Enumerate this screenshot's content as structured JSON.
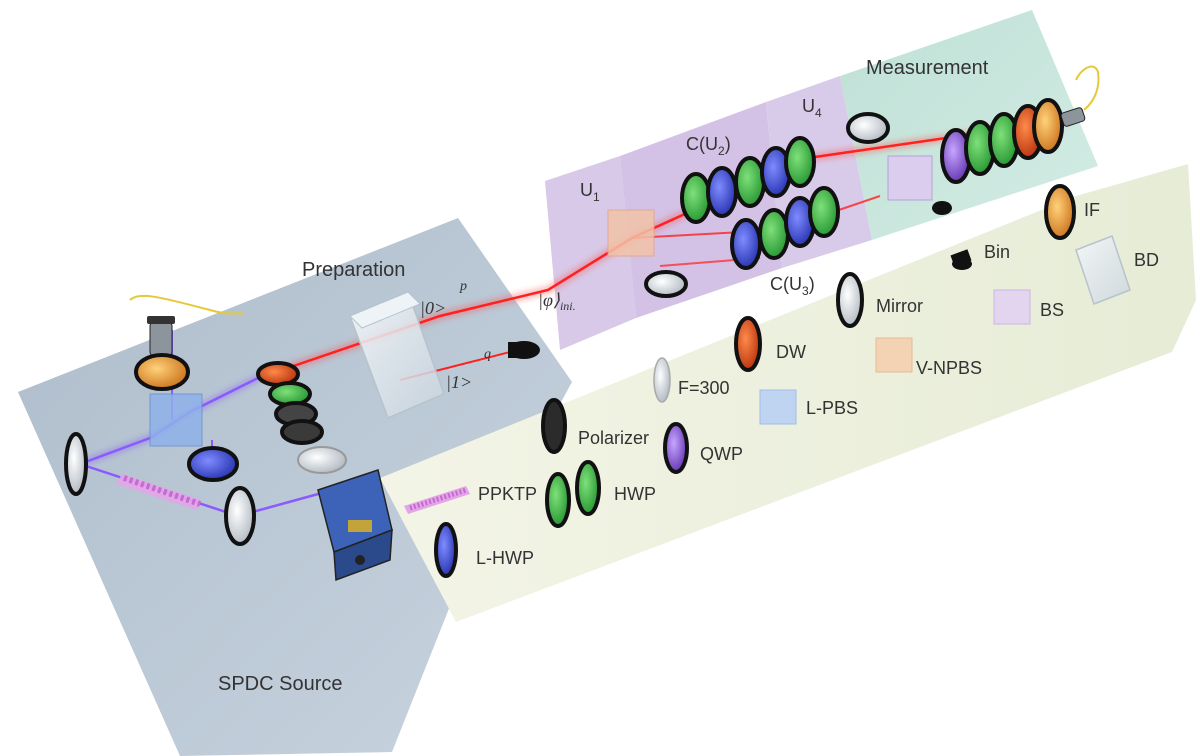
{
  "panels": {
    "spdc_source": "SPDC Source",
    "preparation": "Preparation",
    "measurement": "Measurement",
    "u1": "U",
    "u1_sub": "1",
    "cu2": "C(U",
    "cu2_sub": "2",
    "cu3": "C(U",
    "cu3_sub": "3",
    "u4": "U",
    "u4_sub": "4",
    "close_paren": ")"
  },
  "state_labels": {
    "ket0": "|0>",
    "ket1": "|1>",
    "p": "p",
    "q": "q",
    "initial_state": "|φ⟩",
    "initial_sub": "ini."
  },
  "legend": [
    {
      "key": "ppktp",
      "label": "PPKTP"
    },
    {
      "key": "lhwp",
      "label": "L-HWP"
    },
    {
      "key": "hwp",
      "label": "HWP"
    },
    {
      "key": "polarizer",
      "label": "Polarizer"
    },
    {
      "key": "qwp",
      "label": "QWP"
    },
    {
      "key": "lens",
      "label": "F=300"
    },
    {
      "key": "lpbs",
      "label": "L-PBS"
    },
    {
      "key": "dw",
      "label": "DW"
    },
    {
      "key": "vnpbs",
      "label": "V-NPBS"
    },
    {
      "key": "mirror",
      "label": "Mirror"
    },
    {
      "key": "bs",
      "label": "BS"
    },
    {
      "key": "bin",
      "label": "Bin"
    },
    {
      "key": "bd",
      "label": "BD"
    },
    {
      "key": "if",
      "label": "IF"
    }
  ],
  "colors": {
    "spdc_panel": "#b7c5d3",
    "preparation_panel": "#b9c7d5",
    "u1_panel": "#d9cce8",
    "cu_panel": "#d5c6e6",
    "u4_panel": "#d9cde9",
    "measurement_panel": "#c9e3dc",
    "legend_panel": "#eef1df",
    "red_beam": "#ff2a2a",
    "blue_beam": "#7a4dff",
    "green_plate": "#2fbf3a",
    "blue_plate": "#3b4bd8",
    "orange_plate": "#e8902a",
    "red_plate": "#e04a1c",
    "purple_plate": "#8a5ad8"
  }
}
